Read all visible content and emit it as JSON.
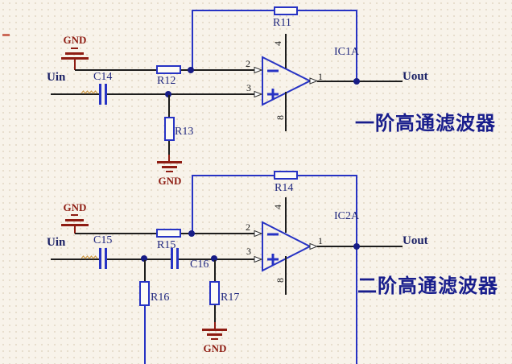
{
  "colors": {
    "wire": "#1d1d1d",
    "blue": "#2733c4",
    "navy": "#171c86",
    "red": "#8e1c12",
    "lbl": "#20277e",
    "net": "#1b2166",
    "title": "#181d8c",
    "squiggle": "#cf9a45",
    "bg": "#f8f3ea",
    "grid": "#e6ddcb",
    "boxfill": "#fdfbf5"
  },
  "circuit1": {
    "title": "一阶高通滤波器",
    "ic": "IC1A",
    "uin": "Uin",
    "uout": "Uout",
    "gnd_top": "GND",
    "gnd_bottom": "GND",
    "r_feedback": "R11",
    "r_series": "R12",
    "c_input": "C14",
    "r_shunt": "R13",
    "pin_inv": "2",
    "pin_nin": "3",
    "pin_out": "1",
    "pin_vcc": "4",
    "pin_vee": "8"
  },
  "circuit2": {
    "title": "二阶高通滤波器",
    "ic": "IC2A",
    "uin": "Uin",
    "uout": "Uout",
    "gnd_top": "GND",
    "gnd_bottom": "GND",
    "r_feedback": "R14",
    "r_series": "R15",
    "c_input": "C15",
    "c_second": "C16",
    "r_shunt1": "R16",
    "r_shunt2": "R17",
    "pin_inv": "2",
    "pin_nin": "3",
    "pin_out": "1",
    "pin_vcc": "4",
    "pin_vee": "8"
  }
}
